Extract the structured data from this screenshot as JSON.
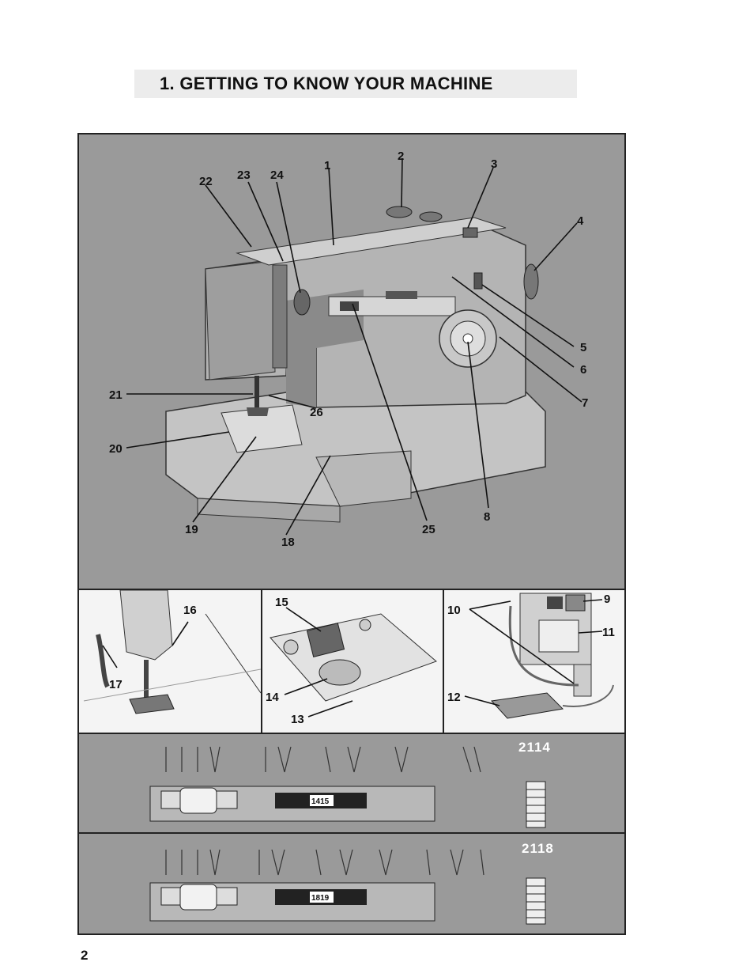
{
  "page": {
    "title": "1. GETTING TO KNOW YOUR MACHINE",
    "page_number": "2"
  },
  "main_figure": {
    "callouts": [
      "1",
      "2",
      "3",
      "4",
      "5",
      "6",
      "7",
      "8",
      "18",
      "19",
      "20",
      "21",
      "22",
      "23",
      "24",
      "25",
      "26"
    ]
  },
  "inset_figures": {
    "presser_foot": [
      "16",
      "17"
    ],
    "bobbin_area": [
      "13",
      "14",
      "15"
    ],
    "power_connection": [
      "9",
      "10",
      "11",
      "12"
    ]
  },
  "models": {
    "first": {
      "label": "2114",
      "stitch_window": "1415"
    },
    "second": {
      "label": "2118",
      "stitch_window": "1819"
    }
  },
  "colors": {
    "panel_gray": "#9a9a9a",
    "machine_body": "#b4b4b4",
    "ink": "#111111"
  }
}
